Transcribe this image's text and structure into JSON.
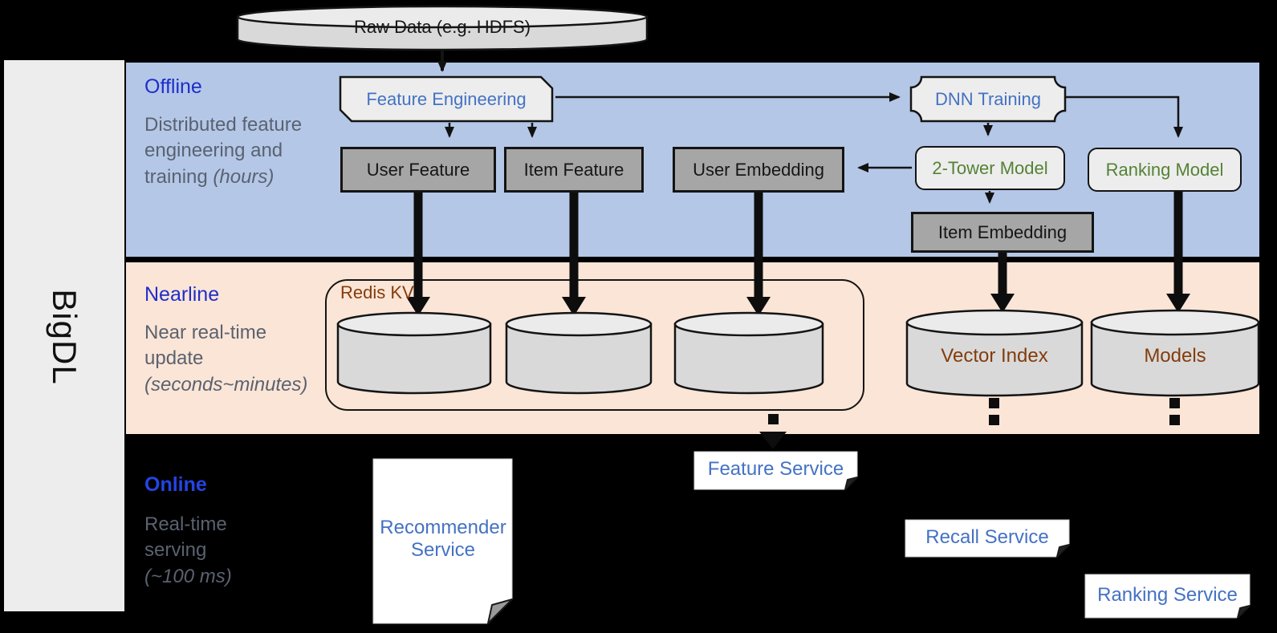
{
  "brand": {
    "label": "BigDL"
  },
  "source_cylinder": {
    "label": "Raw Data (e.g. HDFS)"
  },
  "sections": {
    "offline": {
      "title": "Offline",
      "subtitle": "Distributed feature engineering and training",
      "subtitle_note": "(hours)"
    },
    "nearline": {
      "title": "Nearline",
      "subtitle": "Near real-time update",
      "subtitle_note": "(seconds~minutes)"
    },
    "online": {
      "title": "Online",
      "subtitle": "Real-time serving",
      "subtitle_note": "(~100 ms)"
    }
  },
  "offline_nodes": {
    "feature_engineering": "Feature Engineering",
    "dnn_training": "DNN Training",
    "user_feature": "User Feature",
    "item_feature": "Item Feature",
    "user_embedding": "User Embedding",
    "two_tower_model": "2-Tower Model",
    "ranking_model": "Ranking Model",
    "item_embedding": "Item Embedding"
  },
  "nearline_nodes": {
    "redis_kv": "Redis KV",
    "vector_index": "Vector Index",
    "models": "Models"
  },
  "online_nodes": {
    "recommender_service": "Recommender Service",
    "feature_service": "Feature Service",
    "recall_service": "Recall Service",
    "ranking_service": "Ranking Service"
  },
  "colors": {
    "background": "#000000",
    "offline_band": "#b4c7e7",
    "nearline_band": "#fbe5d6",
    "brand_bar": "#ededed",
    "section_title": "#1f2ecb",
    "online_title": "#2444e4",
    "section_subtitle": "#5a6270",
    "node_blue_text": "#4472c4",
    "node_green_text": "#548235",
    "storage_text": "#843c0c",
    "gray_node": "#a6a6a6",
    "light_node": "#ededed",
    "cylinder_body": "#d9d9d9",
    "cylinder_cap": "#ebebeb",
    "outline": "#141414"
  }
}
